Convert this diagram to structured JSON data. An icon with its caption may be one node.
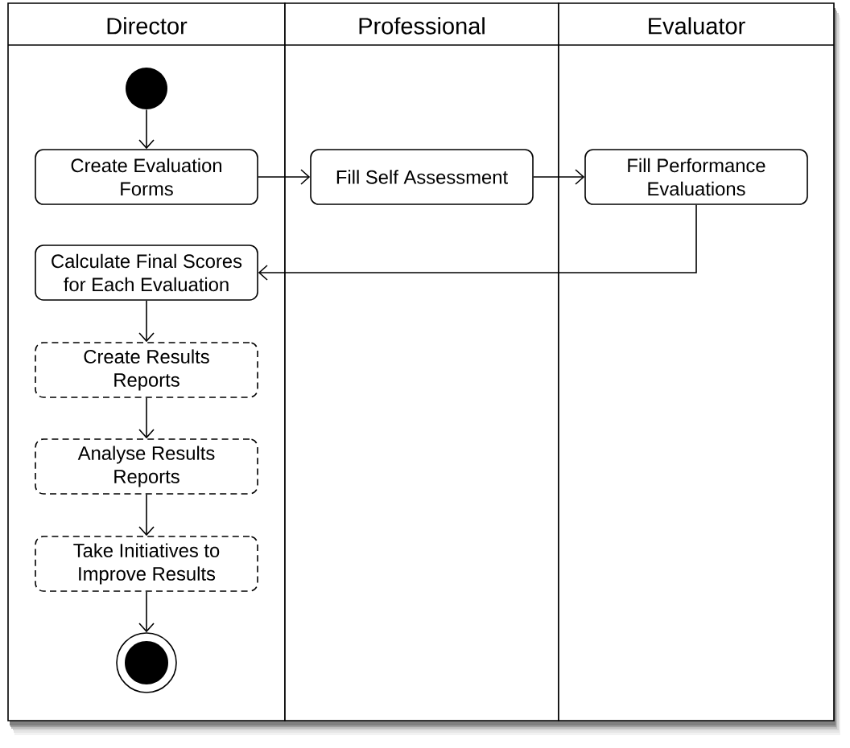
{
  "diagram": {
    "nodes": [
      {
        "text": [
          "Director"
        ]
      },
      {
        "text": [
          "Professional"
        ]
      },
      {
        "text": [
          "Evaluator"
        ]
      },
      {
        "text": [],
        "shape": "circle",
        "in": 0
      },
      {
        "text": [
          "Create Evaluation Forms"
        ],
        "in": 0
      },
      {
        "text": [
          "Fill Self Assessment"
        ],
        "in": 1
      },
      {
        "text": [
          "Fill Performance Evaluations"
        ],
        "in": 2
      },
      {
        "text": [
          "Calculate Final Scores for Each Evaluation"
        ],
        "in": 0
      },
      {
        "text": [
          "Create Results Reports"
        ],
        "in": 0
      },
      {
        "text": [
          "Analyse Results Reports"
        ],
        "in": 0
      },
      {
        "text": [
          "Take Initiatives to Improve Results"
        ],
        "in": 0
      },
      {
        "text": [],
        "shape": "bullseye",
        "in": 0
      }
    ],
    "edges": [
      {
        "from": 3,
        "to": 4,
        "arrow": "to"
      },
      {
        "from": 4,
        "to": 5,
        "arrow": "to"
      },
      {
        "from": 5,
        "to": 6,
        "arrow": "to"
      },
      {
        "from": 6,
        "to": 7,
        "arrow": "to"
      },
      {
        "from": 7,
        "to": 8,
        "arrow": "to"
      },
      {
        "from": 8,
        "to": 9,
        "arrow": "to"
      },
      {
        "from": 9,
        "to": 10,
        "arrow": "to"
      },
      {
        "from": 10,
        "to": 11,
        "arrow": "to"
      }
    ]
  }
}
